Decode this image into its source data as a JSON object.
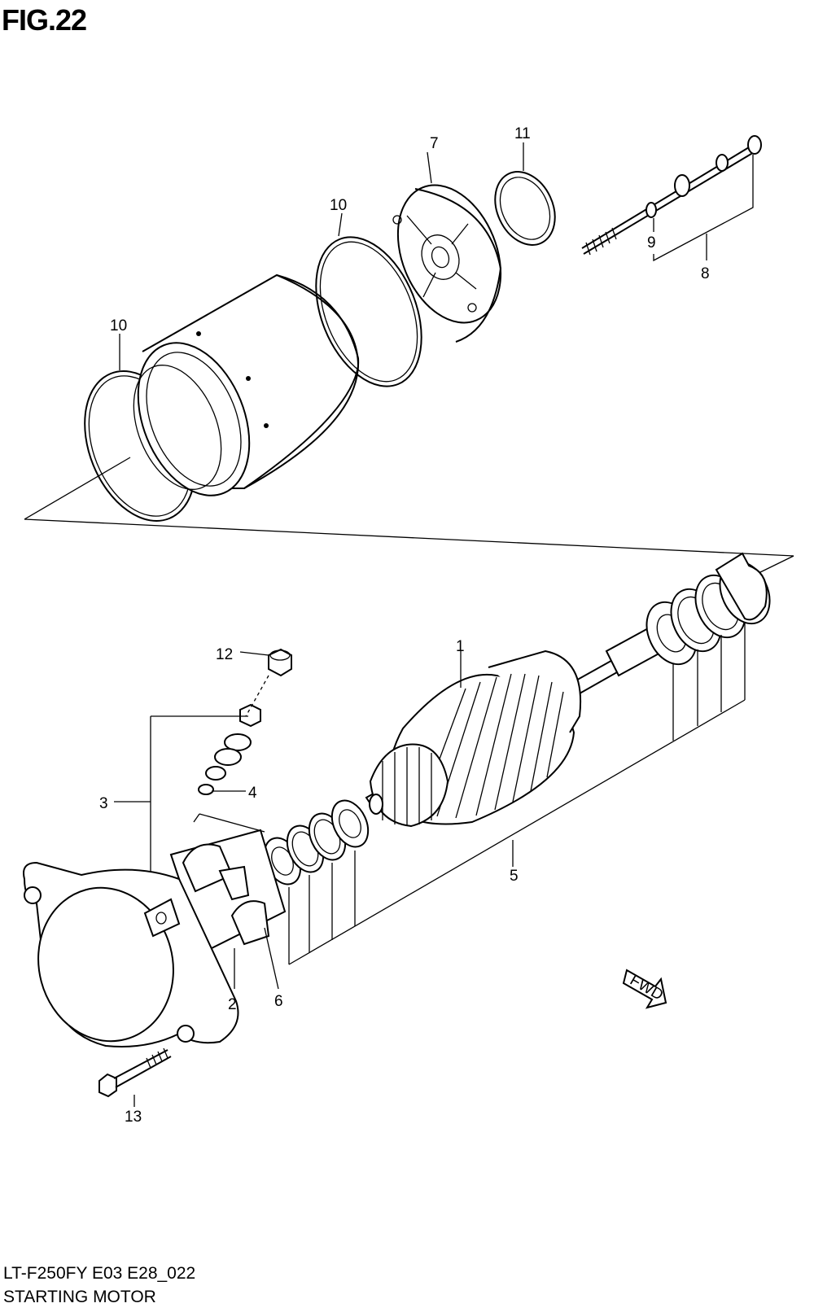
{
  "figure": {
    "title": "FIG.22"
  },
  "footer": {
    "code": "LT-F250FY E03 E28_022",
    "name": "STARTING MOTOR"
  },
  "fwd_label": "FWD",
  "callouts": {
    "c1": "1",
    "c2": "2",
    "c3": "3",
    "c4": "4",
    "c5": "5",
    "c6": "6",
    "c7": "7",
    "c8": "8",
    "c9": "9",
    "c10a": "10",
    "c10b": "10",
    "c11": "11",
    "c12": "12",
    "c13": "13"
  }
}
